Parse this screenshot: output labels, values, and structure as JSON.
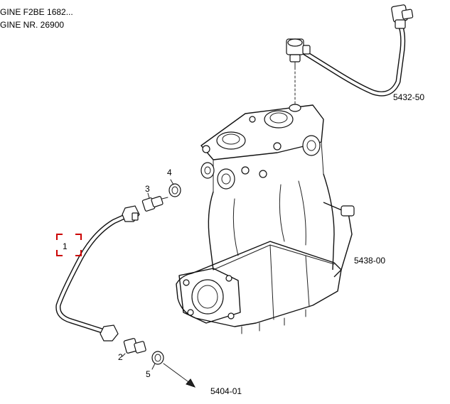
{
  "header": {
    "line1": "GINE F2BE 1682...",
    "line2": "GINE NR. 26900"
  },
  "callouts": {
    "item1": "1",
    "item2": "2",
    "item3": "3",
    "item4": "4",
    "item5": "5"
  },
  "references": {
    "ref_5432_50": "5432-50",
    "ref_5438_00": "5438-00",
    "ref_5404_01": "5404-01"
  },
  "colors": {
    "line": "#222222",
    "callout_box": "#cc0000",
    "background": "#ffffff"
  }
}
